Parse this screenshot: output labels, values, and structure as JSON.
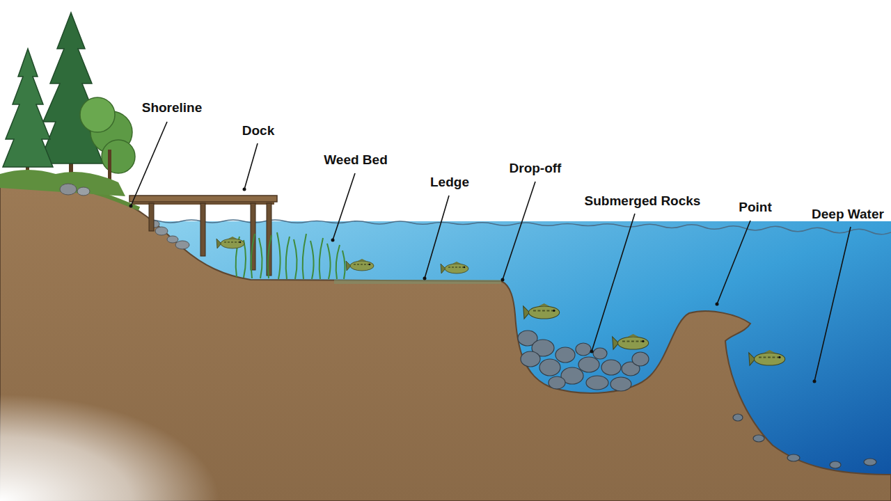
{
  "diagram": {
    "labels": [
      "Shoreline",
      "Dock",
      "Weed Bed",
      "Ledge",
      "Drop-off",
      "Submerged Rocks",
      "Point",
      "Deep Water"
    ]
  }
}
